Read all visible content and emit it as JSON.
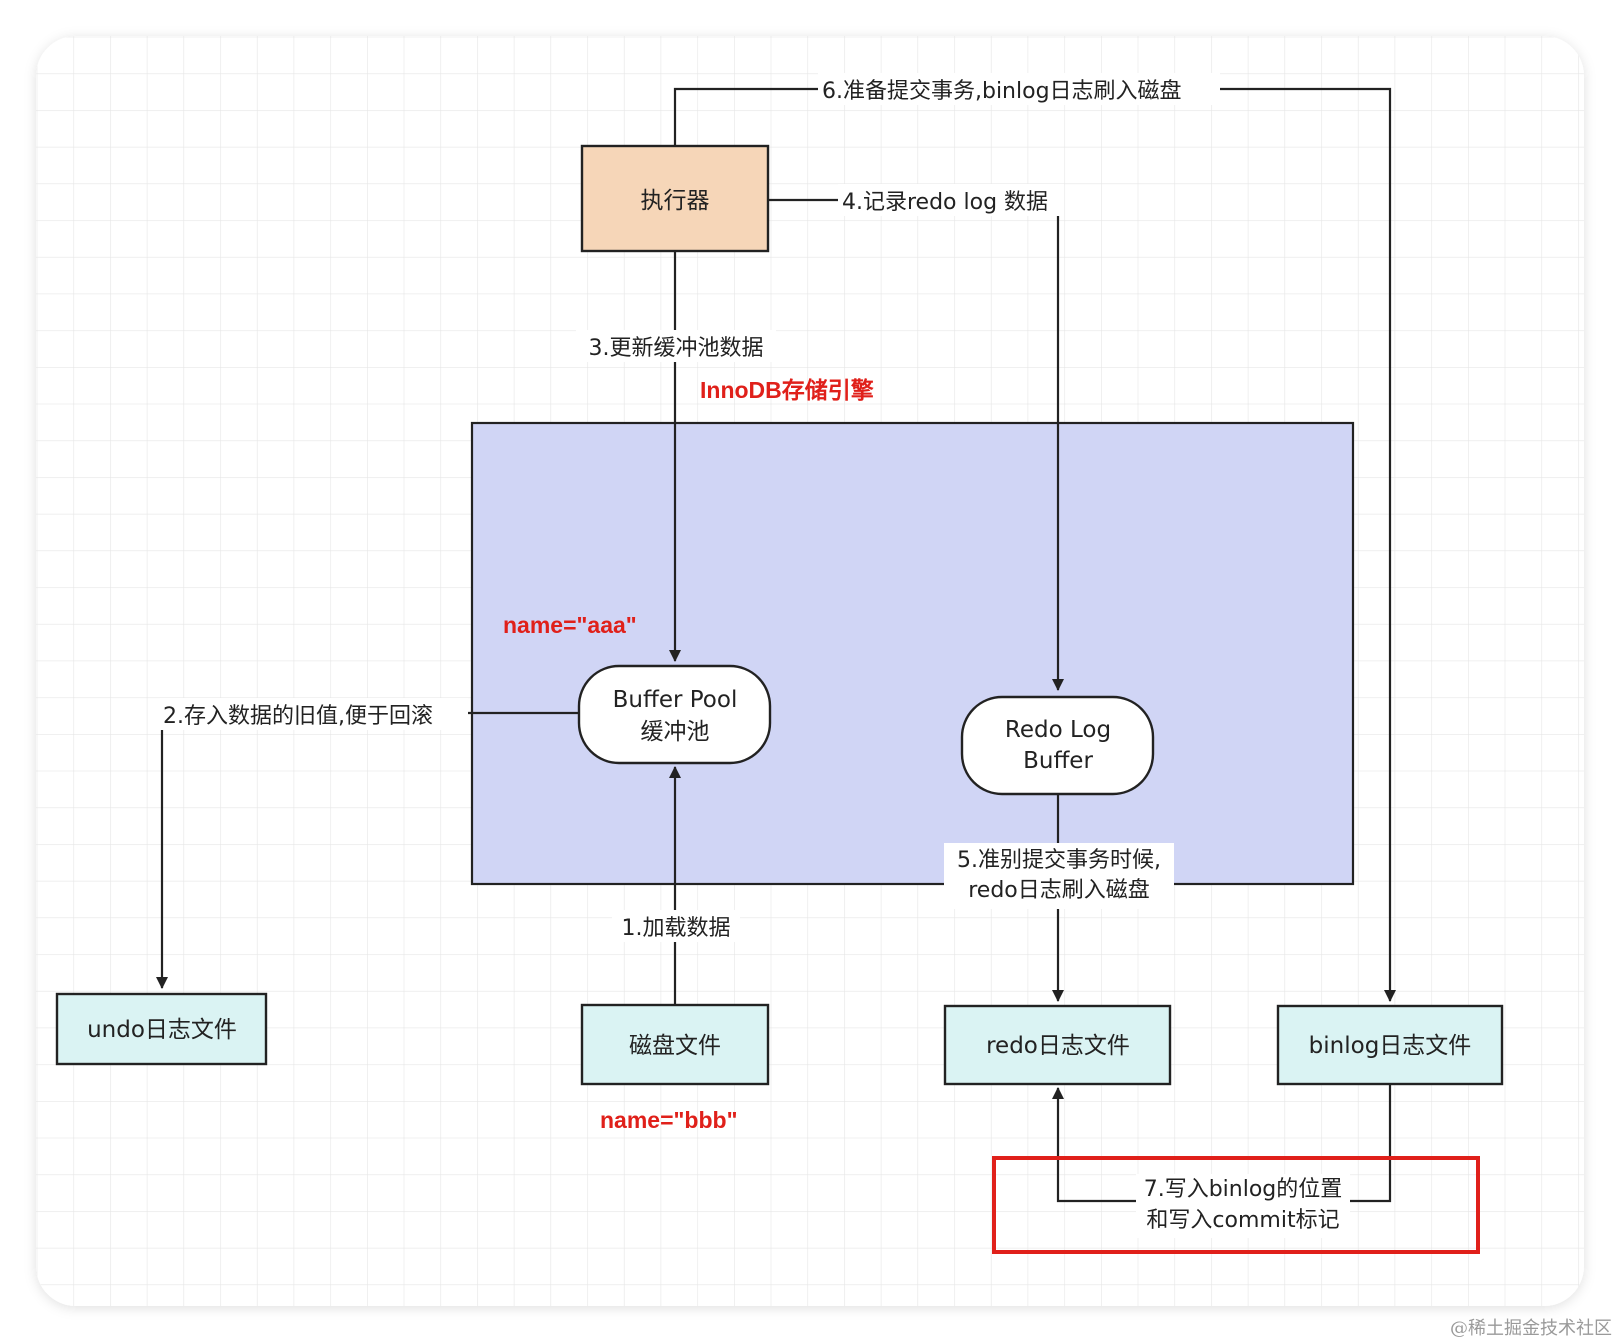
{
  "diagram": {
    "container_title": "InnoDB存储引擎",
    "nodes": {
      "executor": "执行器",
      "buffer_pool": [
        "Buffer Pool",
        "缓冲池"
      ],
      "redo_log_buffer": [
        "Redo Log",
        "Buffer"
      ],
      "undo_file": "undo日志文件",
      "disk_file": "磁盘文件",
      "redo_file": "redo日志文件",
      "binlog_file": "binlog日志文件"
    },
    "notes": {
      "buffer_value": "name=\"aaa\"",
      "disk_value": "name=\"bbb\""
    },
    "steps": {
      "step1": "1.加载数据",
      "step2": "2.存入数据的旧值,便于回滚",
      "step3": "3.更新缓冲池数据",
      "step4": "4.记录redo log 数据",
      "step5": [
        "5.准别提交事务时候,",
        "redo日志刷入磁盘"
      ],
      "step6": "6.准备提交事务,binlog日志刷入磁盘",
      "step7": [
        "7.写入binlog的位置",
        "和写入commit标记"
      ]
    },
    "edges": [
      {
        "from": "disk_file",
        "to": "buffer_pool",
        "label": "1.加载数据"
      },
      {
        "from": "buffer_pool",
        "to": "undo_file",
        "label": "2.存入数据的旧值,便于回滚"
      },
      {
        "from": "executor",
        "to": "buffer_pool",
        "label": "3.更新缓冲池数据"
      },
      {
        "from": "executor",
        "to": "redo_log_buffer",
        "label": "4.记录redo log 数据"
      },
      {
        "from": "redo_log_buffer",
        "to": "redo_file",
        "label": "5.准别提交事务时候, redo日志刷入磁盘"
      },
      {
        "from": "executor",
        "to": "binlog_file",
        "label": "6.准备提交事务,binlog日志刷入磁盘"
      },
      {
        "from": "binlog_file",
        "to": "redo_file",
        "label": "7.写入binlog的位置 和写入commit标记"
      }
    ],
    "watermark": "@稀土掘金技术社区"
  },
  "colors": {
    "executor_fill": "#f6d6b8",
    "file_fill": "#daf3f3",
    "container_fill": "#d0d5f5",
    "highlight_border": "#e0201a",
    "annotation_red": "#e0201a"
  }
}
